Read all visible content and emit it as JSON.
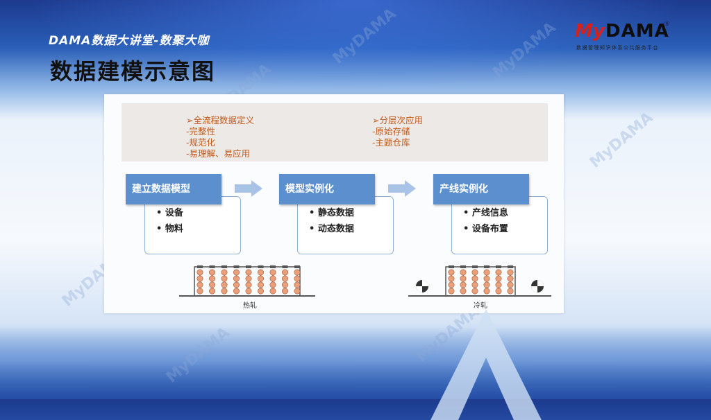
{
  "header": {
    "subtitle": "DAMA数据大讲堂-数聚大咖",
    "title": "数据建模示意图"
  },
  "logo": {
    "my": "My",
    "dama": "DAMA",
    "reg": "®",
    "tagline": "数据管理知识体系公共服务平台"
  },
  "panel": {
    "left_notes": [
      "➢全流程数据定义",
      "-完整性",
      "-规范化",
      "-易理解、易应用"
    ],
    "right_notes": [
      "➢分层次应用",
      "-原始存储",
      "-主题仓库"
    ],
    "steps": [
      {
        "label": "建立数据模型",
        "bullets": [
          "• 设备",
          "• 物料"
        ]
      },
      {
        "label": "模型实例化",
        "bullets": [
          "• 静态数据",
          "• 动态数据"
        ]
      },
      {
        "label": "产线实例化",
        "bullets": [
          "• 产线信息",
          "• 设备布置"
        ]
      }
    ],
    "captions": {
      "hot": "热轧",
      "cold": "冷轧"
    }
  },
  "watermark": "MyDAMA",
  "colors": {
    "accent_blue": "#5b8fce",
    "note_orange": "#c35a1a",
    "logo_red": "#d8201a"
  }
}
